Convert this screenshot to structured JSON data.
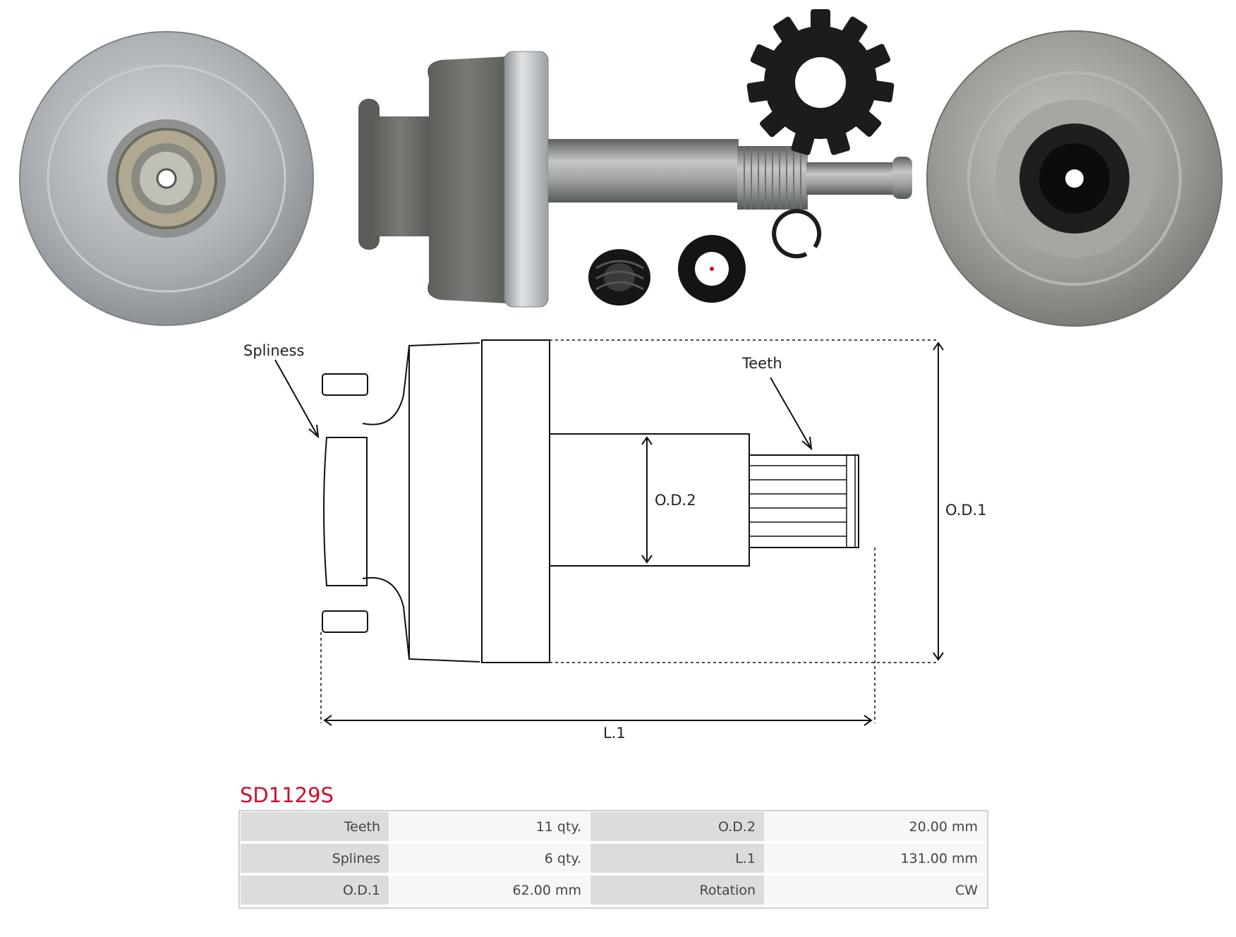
{
  "diagram": {
    "labels": {
      "splines": "Spliness",
      "teeth": "Teeth",
      "od2": "O.D.2",
      "od1": "O.D.1",
      "l1": "L.1"
    }
  },
  "product": {
    "code": "SD1129S",
    "specs": [
      {
        "k1": "Teeth",
        "v1": "11 qty.",
        "k2": "O.D.2",
        "v2": "20.00 mm"
      },
      {
        "k1": "Splines",
        "v1": "6 qty.",
        "k2": "L.1",
        "v2": "131.00 mm"
      },
      {
        "k1": "O.D.1",
        "v1": "62.00 mm",
        "k2": "Rotation",
        "v2": "CW"
      }
    ]
  },
  "colors": {
    "brand_red": "#c8102e",
    "metal": "#b9bcbe",
    "dark_metal": "#6e706c",
    "black_part": "#1a1a1a"
  }
}
